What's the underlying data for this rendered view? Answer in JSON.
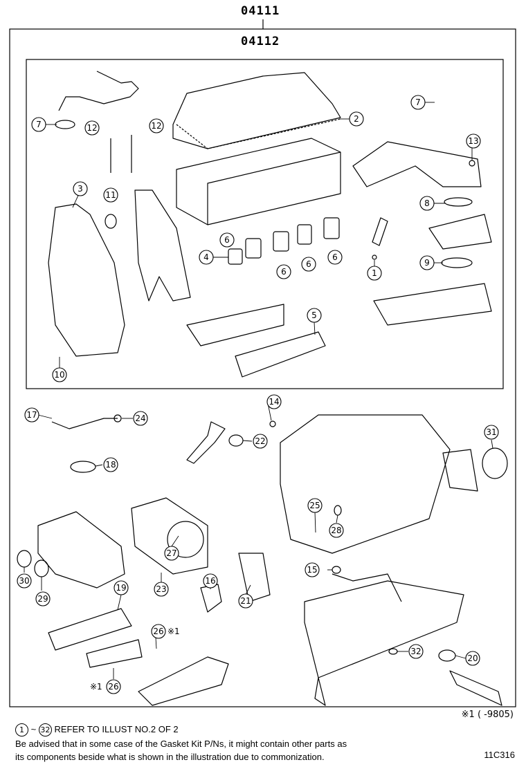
{
  "header": {
    "outer_kit_code": "04111",
    "inner_kit_code": "04112"
  },
  "callouts": [
    {
      "n": "1"
    },
    {
      "n": "2"
    },
    {
      "n": "3"
    },
    {
      "n": "4"
    },
    {
      "n": "5"
    },
    {
      "n": "6"
    },
    {
      "n": "7"
    },
    {
      "n": "8"
    },
    {
      "n": "9"
    },
    {
      "n": "10"
    },
    {
      "n": "11"
    },
    {
      "n": "12"
    },
    {
      "n": "13"
    },
    {
      "n": "14"
    },
    {
      "n": "15"
    },
    {
      "n": "16"
    },
    {
      "n": "17"
    },
    {
      "n": "18"
    },
    {
      "n": "19"
    },
    {
      "n": "20"
    },
    {
      "n": "21"
    },
    {
      "n": "22"
    },
    {
      "n": "23"
    },
    {
      "n": "24"
    },
    {
      "n": "25"
    },
    {
      "n": "26"
    },
    {
      "n": "27"
    },
    {
      "n": "28"
    },
    {
      "n": "29"
    },
    {
      "n": "30"
    },
    {
      "n": "31"
    },
    {
      "n": "32"
    }
  ],
  "note_mark": "※1",
  "footnote": {
    "mark": "※1",
    "text": "(      -9805)"
  },
  "footer": {
    "range_start": "1",
    "range_sep": "~",
    "range_end": "32",
    "refer_text": "REFER TO ILLUST NO.2 OF 2",
    "advisory_line1": "Be advised that in some case of the Gasket Kit P/Ns,  it might contain other parts as",
    "advisory_line2": "its components beside what is shown in the illustration due to commonization.",
    "illustration_id": "11C316"
  }
}
